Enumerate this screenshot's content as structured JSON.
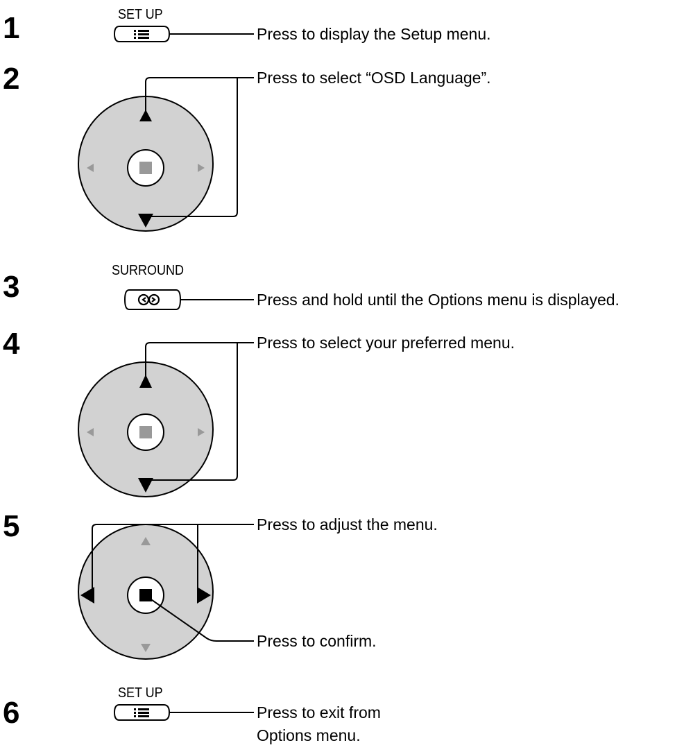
{
  "steps": [
    {
      "number": "1",
      "button_label": "SET UP",
      "instruction": "Press to display the Setup menu."
    },
    {
      "number": "2",
      "instruction": "Press to select “OSD Language”."
    },
    {
      "number": "3",
      "button_label": "SURROUND",
      "instruction": "Press and hold until the Options menu is displayed."
    },
    {
      "number": "4",
      "instruction": "Press to select your preferred menu."
    },
    {
      "number": "5",
      "instruction": "Press to adjust the menu.",
      "instruction_secondary": "Press to confirm."
    },
    {
      "number": "6",
      "button_label": "SET UP",
      "instruction_line1": "Press to exit from",
      "instruction_line2": "Options menu."
    }
  ],
  "icons": {
    "setup_button": "list-menu-icon",
    "surround_button": "surround-icon",
    "dpad": "direction-pad-icon"
  },
  "colors": {
    "dpad_fill": "#d2d2d2",
    "ink": "#000000",
    "dim_arrow": "#999999"
  }
}
